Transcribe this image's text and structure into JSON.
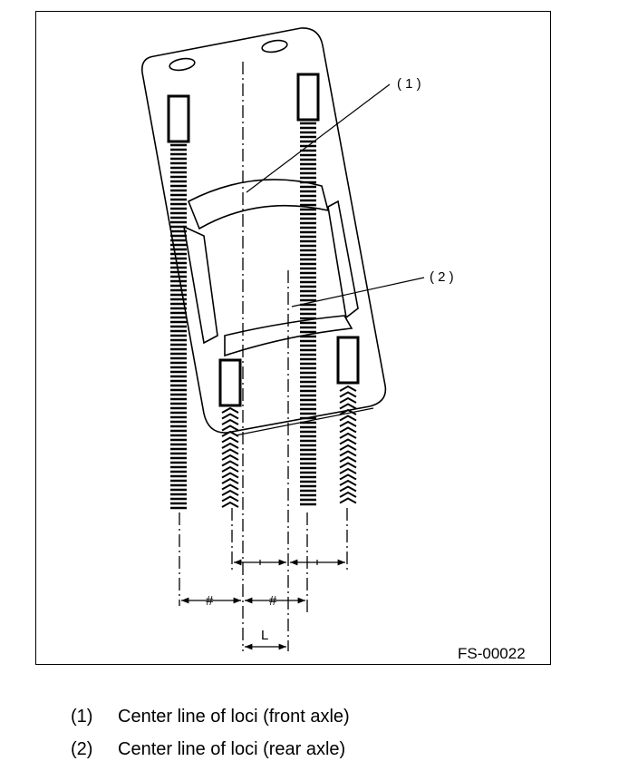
{
  "figure": {
    "code": "FS-00022",
    "callouts": [
      {
        "id": "1",
        "text": "( 1 )"
      },
      {
        "id": "2",
        "text": "( 2 )"
      }
    ],
    "dimension_label": "L",
    "equal_mark": "#"
  },
  "legend": [
    {
      "num": "(1)",
      "text": "Center line of loci (front axle)"
    },
    {
      "num": "(2)",
      "text": "Center line of loci (rear axle)"
    }
  ]
}
